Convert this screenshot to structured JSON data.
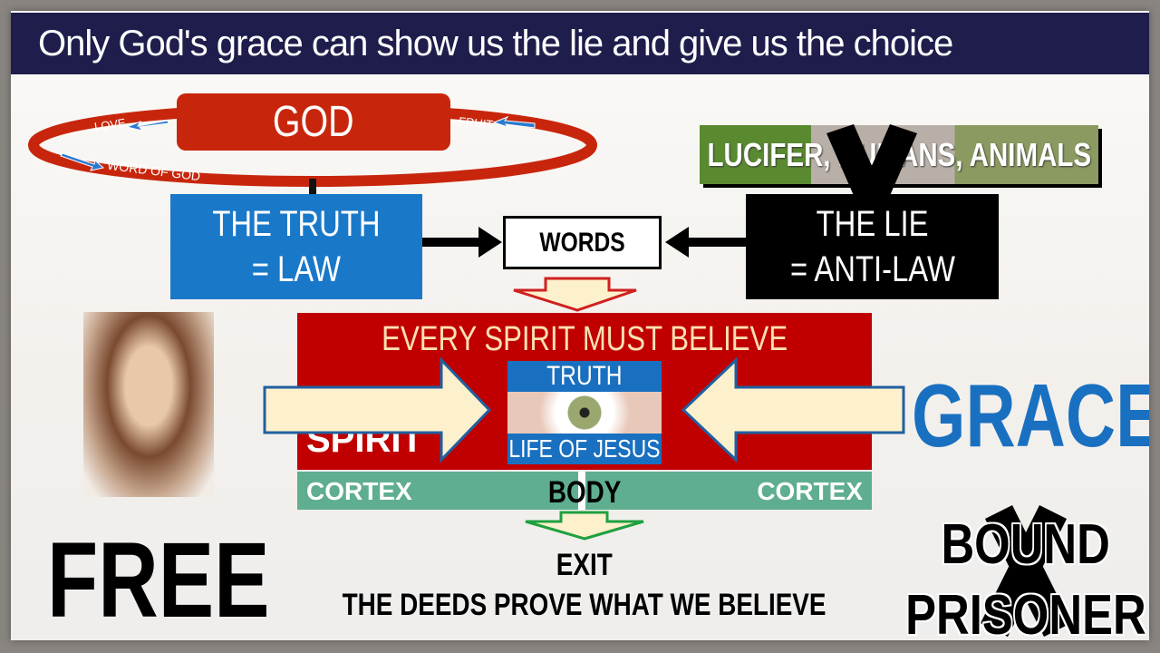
{
  "title": "Only God's grace can show us the lie and give us the choice",
  "god": {
    "label": "GOD",
    "love": "LOVE",
    "fruit": "FRUIT",
    "word": "WORD OF GOD"
  },
  "truth": {
    "line1": "THE TRUTH",
    "line2": "= LAW"
  },
  "words": "WORDS",
  "lie": {
    "line1": "THE LIE",
    "line2": "= ANTI-LAW"
  },
  "sources": "LUCIFER, HUMANS, ANIMALS",
  "spirit": {
    "heading": "EVERY SPIRIT MUST BELIEVE",
    "label": "SPIRIT",
    "truth": "TRUTH",
    "life": "LIFE OF JESUS"
  },
  "body": {
    "cortex_left": "CORTEX",
    "body": "BODY",
    "cortex_right": "CORTEX"
  },
  "exit": "EXIT",
  "deeds": "THE DEEDS PROVE WHAT WE BELIEVE",
  "free": "FREE",
  "grace": "GRACE",
  "bound": "BOUND",
  "prisoner": "PRISONER",
  "colors": {
    "red": "#c8260c",
    "blue": "#1a78c8",
    "navy": "#1e1d4c",
    "green": "#5fae8f",
    "cream": "#fdf0cc"
  }
}
